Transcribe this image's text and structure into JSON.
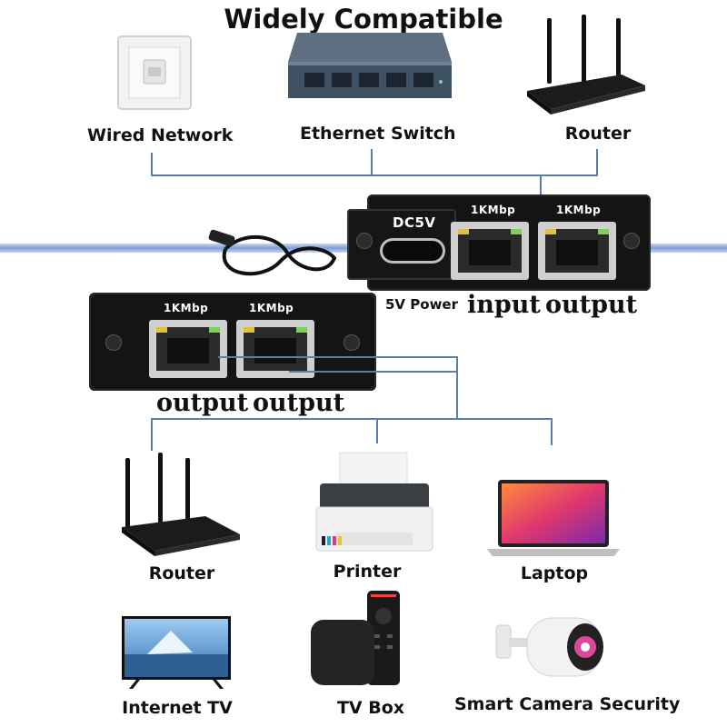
{
  "title": "Widely Compatible",
  "top_devices": [
    {
      "name": "wired-network",
      "label": "Wired Network",
      "icon": "wall-socket-icon"
    },
    {
      "name": "ethernet-switch",
      "label": "Ethernet Switch",
      "icon": "switch-icon"
    },
    {
      "name": "router-top",
      "label": "Router",
      "icon": "router-icon"
    }
  ],
  "splitter_top": {
    "power_port": "DC5V",
    "power_label": "5V Power",
    "speed_labels": [
      "1KMbp",
      "1KMbp"
    ],
    "port_labels": [
      "input",
      "output"
    ]
  },
  "splitter_bottom": {
    "speed_labels": [
      "1KMbp",
      "1KMbp"
    ],
    "port_labels": [
      "output",
      "output"
    ]
  },
  "bottom_devices": [
    {
      "name": "router-bottom",
      "label": "Router",
      "icon": "router-icon"
    },
    {
      "name": "printer",
      "label": "Printer",
      "icon": "printer-icon"
    },
    {
      "name": "laptop",
      "label": "Laptop",
      "icon": "laptop-icon"
    },
    {
      "name": "internet-tv",
      "label": "Internet TV",
      "icon": "tv-icon"
    },
    {
      "name": "tv-box",
      "label": "TV Box",
      "icon": "tv-box-icon"
    },
    {
      "name": "smart-camera",
      "label": "Smart Camera Security",
      "icon": "camera-icon"
    }
  ],
  "colors": {
    "line": "#5b7fa8",
    "beam": "#7f9ed6",
    "device_dark": "#141414"
  }
}
